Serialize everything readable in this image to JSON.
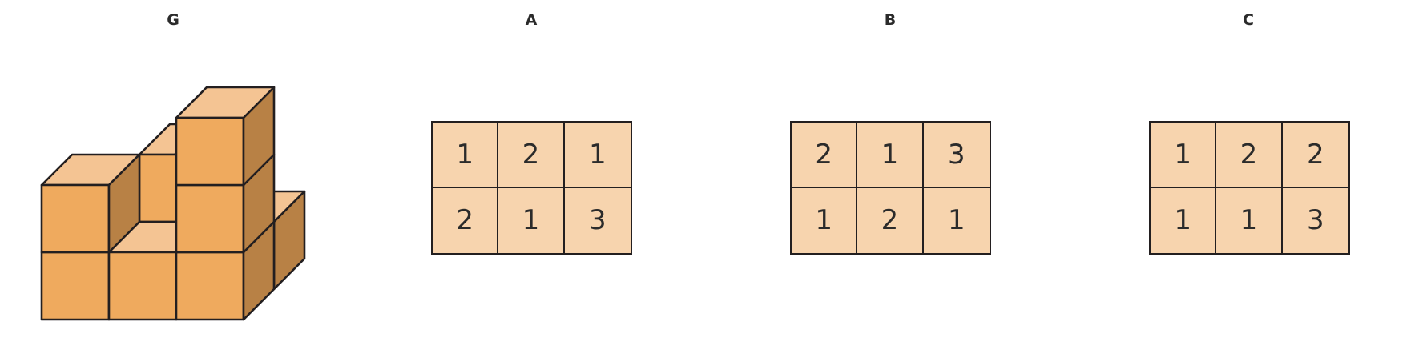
{
  "panels": {
    "solid": {
      "label": "G"
    },
    "options": [
      {
        "label": "A",
        "rows": [
          [
            "1",
            "2",
            "1"
          ],
          [
            "2",
            "1",
            "3"
          ]
        ]
      },
      {
        "label": "B",
        "rows": [
          [
            "2",
            "1",
            "3"
          ],
          [
            "1",
            "2",
            "1"
          ]
        ]
      },
      {
        "label": "C",
        "rows": [
          [
            "1",
            "2",
            "2"
          ],
          [
            "1",
            "1",
            "3"
          ]
        ]
      }
    ]
  },
  "colors": {
    "front_face": "#efaa5e",
    "top_face": "#f4c493",
    "side_face": "#b88145",
    "grid_cell": "#f7d4ae",
    "outline": "#231f20"
  }
}
